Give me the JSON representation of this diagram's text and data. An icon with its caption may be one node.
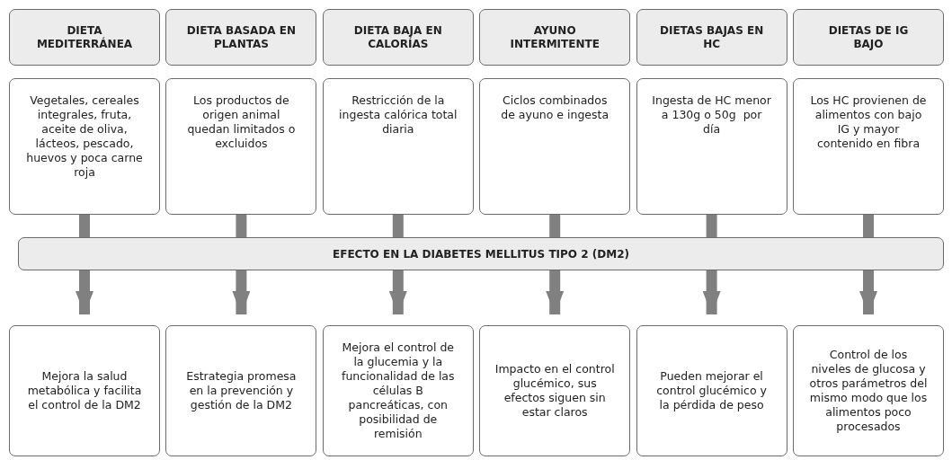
{
  "diagram": {
    "nodes": [
      {
        "text": [
          "DIETA MEDITERRÁNEA"
        ]
      },
      {
        "text": [
          "DIETA BASADA EN PLANTAS"
        ]
      },
      {
        "text": [
          "DIETA BAJA EN CALORÍAS"
        ]
      },
      {
        "text": [
          "AYUNO INTERMITENTE"
        ]
      },
      {
        "text": [
          "DIETAS BAJAS EN HC"
        ]
      },
      {
        "text": [
          "DIETAS DE IG BAJO"
        ]
      },
      {
        "text": [
          "Vegetales, cereales integrales, fruta, aceite de oliva, lácteos, pescado, huevos y poca carne roja"
        ]
      },
      {
        "text": [
          "Los productos de origen animal quedan limitados o excluidos"
        ]
      },
      {
        "text": [
          "Restricción de la ingesta calórica total diaria"
        ]
      },
      {
        "text": [
          "Ciclos combinados de ayuno e ingesta"
        ]
      },
      {
        "text": [
          "Ingesta de HC menor a 130g o 50g  por día"
        ]
      },
      {
        "text": [
          "Los HC provienen de alimentos con bajo IG y mayor contenido en fibra"
        ]
      },
      {
        "text": [
          "EFECTO EN LA DIABETES MELLITUS TIPO 2 (DM2)"
        ]
      },
      {
        "text": [
          "Mejora la salud metabólica y facilita el control de la DM2"
        ]
      },
      {
        "text": [
          "Estrategia promesa en la prevención y gestión de la DM2"
        ]
      },
      {
        "text": [
          "Mejora el control de la glucemia y la funcionalidad de las  células B pancreáticas, con posibilidad de remisión"
        ]
      },
      {
        "text": [
          "Impacto en el control glucémico, sus efectos siguen sin estar claros"
        ]
      },
      {
        "text": [
          "Pueden mejorar el control glucémico y la pérdida de peso"
        ]
      },
      {
        "text": [
          "Control de los niveles de glucosa y otros parámetros del mismo modo que los alimentos poco procesados"
        ]
      }
    ],
    "edges": [
      {
        "from": 6,
        "to": 12,
        "arrow": "none"
      },
      {
        "from": 7,
        "to": 12,
        "arrow": "none"
      },
      {
        "from": 8,
        "to": 12,
        "arrow": "none"
      },
      {
        "from": 9,
        "to": 12,
        "arrow": "none"
      },
      {
        "from": 10,
        "to": 12,
        "arrow": "none"
      },
      {
        "from": 11,
        "to": 12,
        "arrow": "none"
      },
      {
        "from": 12,
        "to": 13,
        "arrow": "to"
      },
      {
        "from": 12,
        "to": 14,
        "arrow": "to"
      },
      {
        "from": 12,
        "to": 15,
        "arrow": "to"
      },
      {
        "from": 12,
        "to": 16,
        "arrow": "to"
      },
      {
        "from": 12,
        "to": 17,
        "arrow": "to"
      },
      {
        "from": 12,
        "to": 18,
        "arrow": "to"
      }
    ]
  }
}
